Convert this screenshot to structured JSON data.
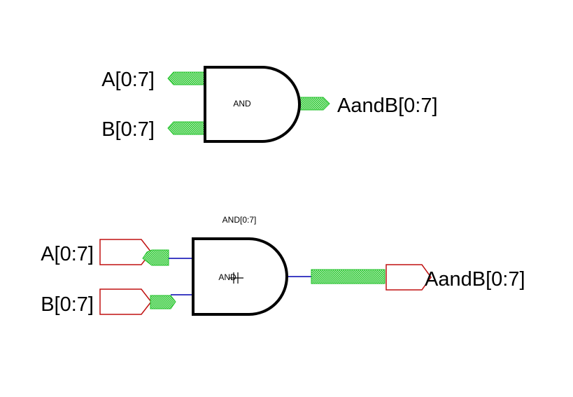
{
  "colors": {
    "bus": "#22c22a",
    "wire": "#0000b0",
    "port": "#c01010",
    "gate": "#000000"
  },
  "symbol": {
    "input_a": "A[0:7]",
    "input_b": "B[0:7]",
    "gate_label": "AND",
    "output": "AandB[0:7]"
  },
  "schematic": {
    "instance_name": "AND[0:7]",
    "input_a": "A[0:7]",
    "input_b": "B[0:7]",
    "gate_label": "AND",
    "output": "AandB[0:7]"
  }
}
